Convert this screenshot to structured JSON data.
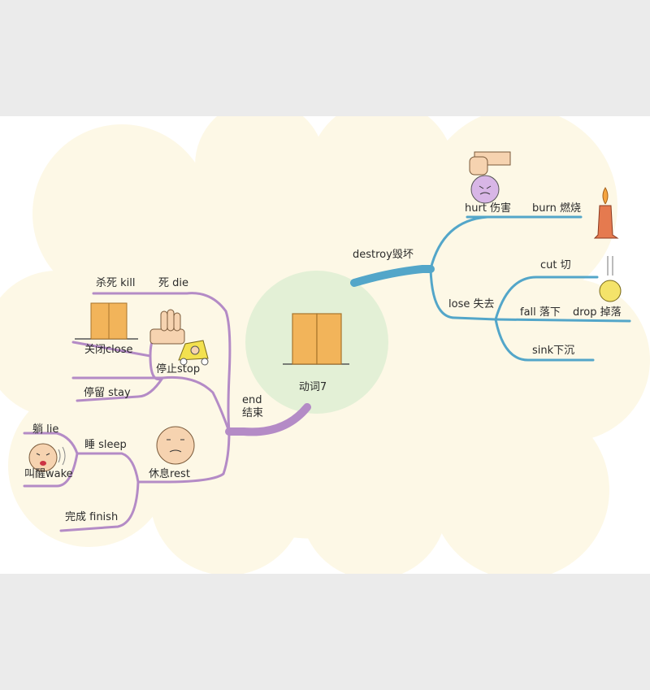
{
  "center": {
    "title": "动词7"
  },
  "branches": {
    "end": {
      "label_en": "end",
      "label_zh": "结束",
      "kill": "杀死 kill",
      "die": "死 die",
      "close": "关闭close",
      "stop": "停止stop",
      "stay": "停留 stay",
      "rest": "休息rest",
      "lie": "躺 lie",
      "sleep": "睡 sleep",
      "wake": "叫醒wake",
      "finish": "完成 finish"
    },
    "destroy": {
      "label": "destroy毁坏",
      "hurt": "hurt 伤害",
      "burn": "burn 燃烧",
      "lose": "lose 失去",
      "cut": "cut 切",
      "fall": "fall 落下",
      "drop": "drop 掉落",
      "sink": "sink下沉"
    }
  },
  "colors": {
    "end_branch": "#b48bc6",
    "destroy_branch": "#53a6c9",
    "cloud": "#fdf8e6",
    "center_circle": "#e3f0d6",
    "door": "#f2b45a"
  },
  "icons": [
    "door-icon",
    "hand-icon",
    "car-icon",
    "face-icon",
    "crying-face-icon",
    "fist-icon",
    "candle-icon",
    "ball-icon"
  ]
}
